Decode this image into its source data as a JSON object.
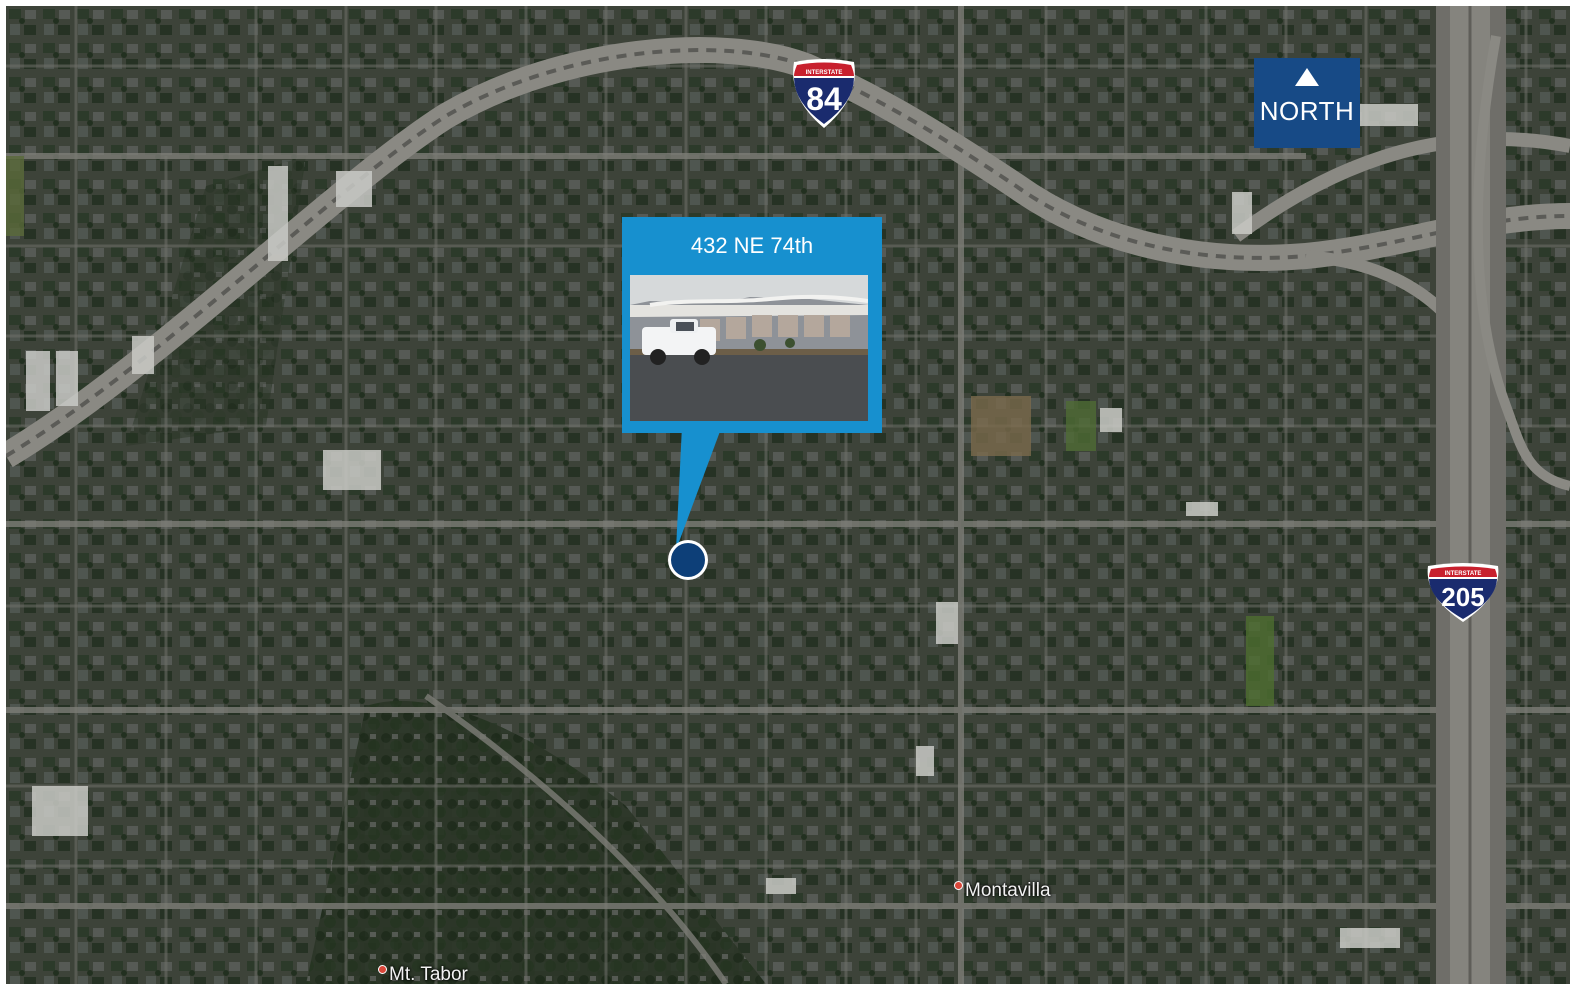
{
  "map": {
    "property_callout": {
      "address": "432 NE 74th",
      "marker_color": "#0d3f78",
      "callout_color": "#1790cf"
    },
    "north_indicator": {
      "label": "NORTH",
      "color": "#174a86"
    },
    "highway_shields": [
      {
        "route": "84",
        "banner": "INTERSTATE",
        "icon": "interstate-shield-icon"
      },
      {
        "route": "205",
        "banner": "INTERSTATE",
        "icon": "interstate-shield-icon"
      }
    ],
    "place_labels": [
      {
        "name": "Montavilla"
      },
      {
        "name": "Mt. Tabor"
      }
    ]
  }
}
